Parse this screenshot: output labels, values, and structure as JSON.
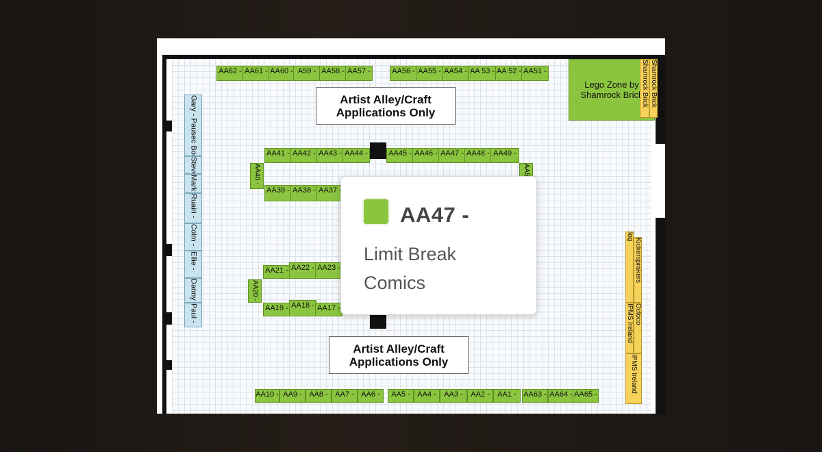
{
  "colors": {
    "booth_green": "#8bc53f",
    "booth_blue": "#c9e4ef",
    "booth_yellow": "#f7d25a",
    "tooltip_swatch": "#8bc53f"
  },
  "top_row_left": [
    "AA62 -",
    "AA61 -",
    "AA60 -",
    "A59 -",
    "AA58 -",
    "AA57 -"
  ],
  "top_row_right": [
    "AA56 -",
    "AA55 -",
    "AA54 -",
    "AA 53 -",
    "AA 52 -",
    "AA51 -"
  ],
  "signs": {
    "upper": "Artist Alley/Craft Applications Only",
    "lower": "Artist Alley/Craft Applications Only"
  },
  "lego_zone": {
    "label": "Lego Zone by Shamrock Brick",
    "side_tags": [
      "Shamrock Brick",
      "Shamrock Brick"
    ]
  },
  "island_upper_top": [
    "AA41 -",
    "AA42 -",
    "AA43 -",
    "AA44 -",
    "AA45 -",
    "AA46 -",
    "AA47 -",
    "AA48 -",
    "AA49 -"
  ],
  "island_upper_left": "AA40 -",
  "island_upper_right": "AA50",
  "island_upper_bottom": [
    "AA39 -",
    "AA38 -",
    "AA37 -"
  ],
  "island_lower_top": [
    "AA21 -",
    "AA22 -",
    "AA23 -"
  ],
  "island_lower_left": "AA20 -",
  "island_lower_bottom": [
    "AA19 -",
    "AA18 -",
    "AA17 -"
  ],
  "left_column": [
    "Gary - Pausec Books",
    "Steve -",
    "Mark -",
    "Ruairi -",
    "Colm -",
    "Ellie -",
    "Danny -",
    "Paul -"
  ],
  "right_column": [
    "IPMS Ireland",
    "IPMS Ireland",
    "Octoco",
    "Kickersprakers",
    "log"
  ],
  "bottom_row": [
    "AA10 -",
    "AA9 -",
    "AA8 -",
    "AA7 -",
    "AA6 -",
    "AA5 -",
    "AA4 -",
    "AA3 -",
    "AA2 -",
    "AA1 -",
    "AA63 -",
    "AA64 -",
    "AA65 -"
  ],
  "tooltip": {
    "title": "AA47 -",
    "description": "Limit Break Comics"
  }
}
